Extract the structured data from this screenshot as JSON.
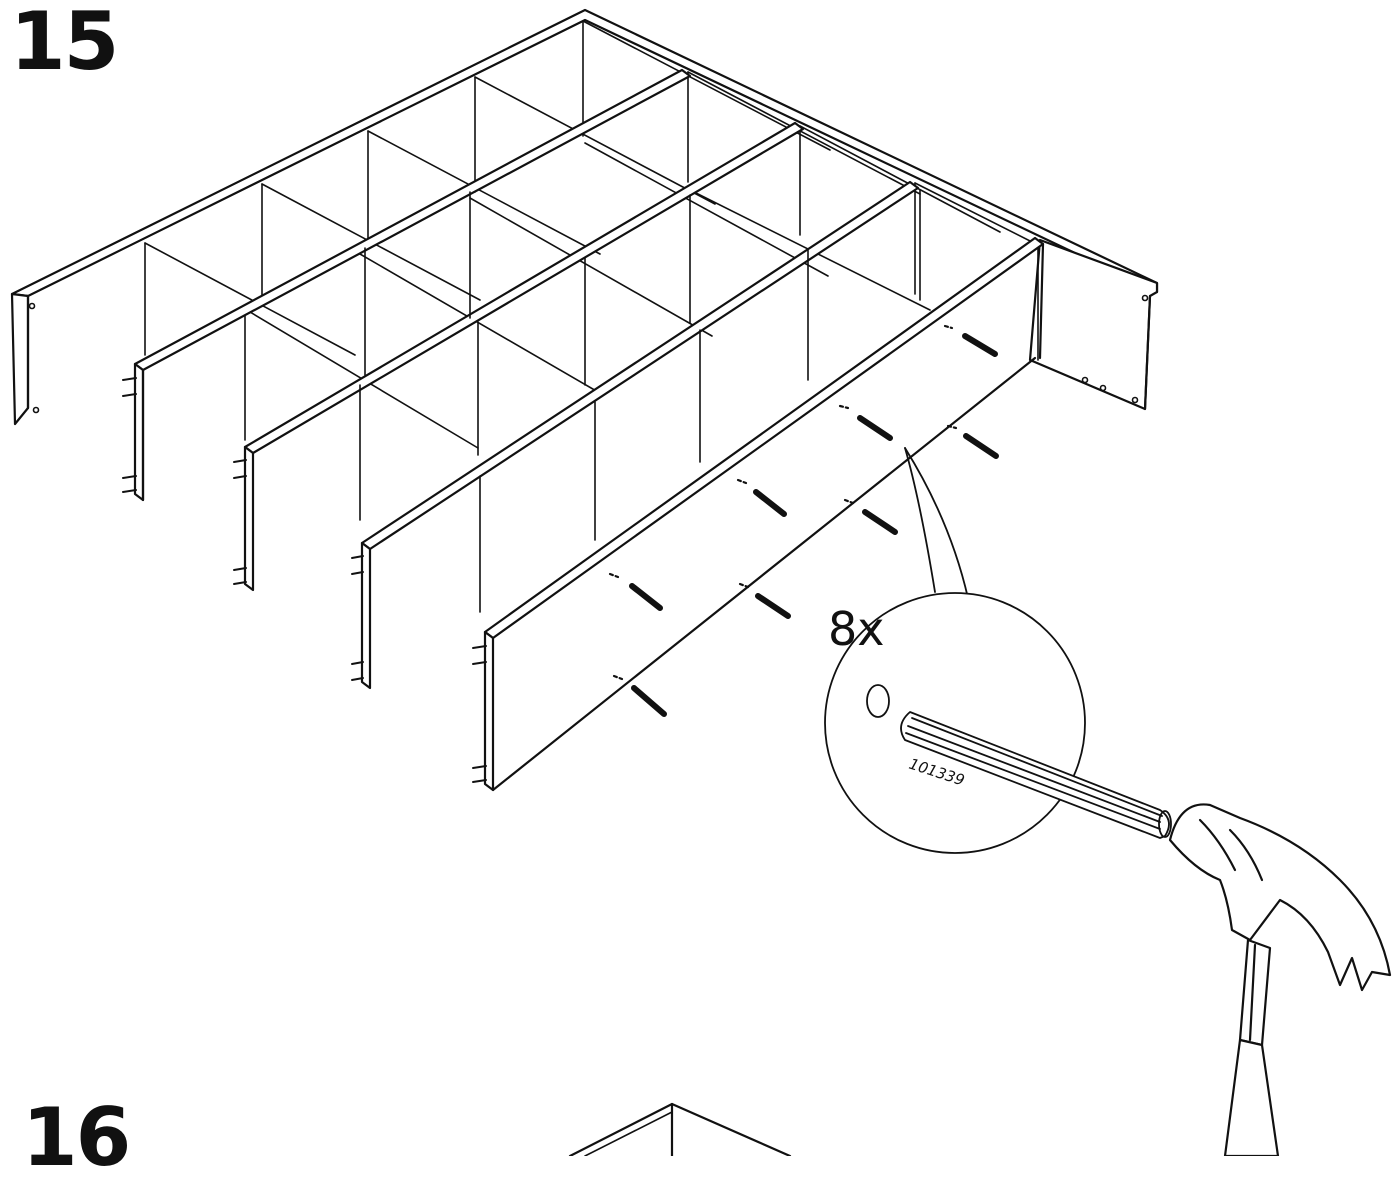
{
  "steps": [
    {
      "number": "15"
    },
    {
      "number": "16"
    }
  ],
  "callout": {
    "quantity": "8x",
    "part_number": "101339"
  },
  "colors": {
    "line": "#111111",
    "background": "#ffffff"
  },
  "icons": [
    "dowel-icon",
    "hammer-icon",
    "shelf-frame-icon",
    "dowel-hole-icon"
  ]
}
